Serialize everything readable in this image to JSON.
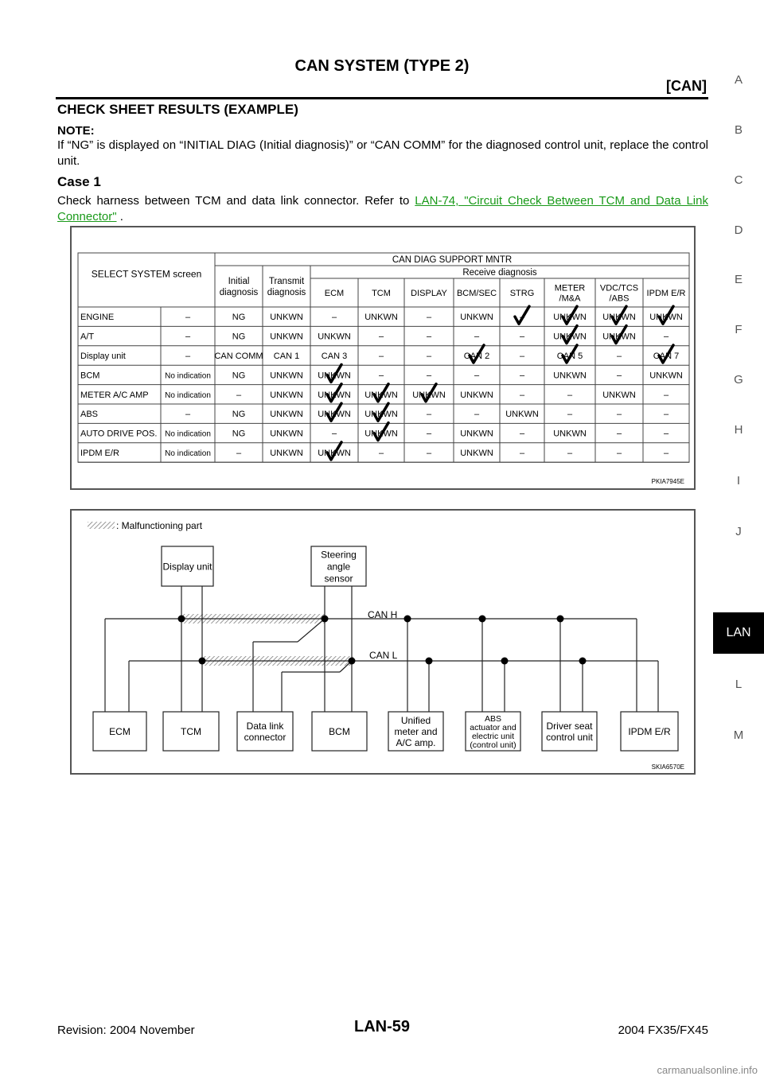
{
  "header": {
    "title": "CAN SYSTEM (TYPE 2)",
    "section": "[CAN]"
  },
  "heading": "CHECK SHEET RESULTS (EXAMPLE)",
  "note": {
    "label": "NOTE:",
    "text": "If “NG” is displayed on “INITIAL DIAG (Initial diagnosis)” or “CAN COMM” for the diagnosed control unit, replace the control unit."
  },
  "case": {
    "heading": "Case 1",
    "text": "Check harness between TCM and data link connector. Refer to ",
    "link": "LAN-74, \"Circuit Check Between TCM and Data Link Connector\"",
    "text_end": " ."
  },
  "table": {
    "select_label": "SELECT SYSTEM screen",
    "support_label": "CAN DIAG SUPPORT MNTR",
    "initial_label": [
      "Initial",
      "diagnosis"
    ],
    "transmit_label": [
      "Transmit",
      "diagnosis"
    ],
    "receive_label": "Receive diagnosis",
    "receive_columns": [
      [
        "ECM"
      ],
      [
        "TCM"
      ],
      [
        "DISPLAY"
      ],
      [
        "BCM/SEC"
      ],
      [
        "STRG"
      ],
      [
        "METER",
        "/M&A"
      ],
      [
        "VDC/TCS",
        "/ABS"
      ],
      [
        "IPDM E/R"
      ]
    ],
    "rows": [
      {
        "system": "ENGINE",
        "cols": [
          "–",
          "NG",
          "UNKWN",
          "–",
          "UNKWN",
          "–",
          "UNKWN",
          "–",
          "UNKWN",
          "UNKWN",
          "UNKWN"
        ],
        "checks": [
          7,
          8,
          9,
          10
        ]
      },
      {
        "system": "A/T",
        "cols": [
          "–",
          "NG",
          "UNKWN",
          "UNKWN",
          "–",
          "–",
          "–",
          "–",
          "UNKWN",
          "UNKWN",
          "–"
        ],
        "checks": [
          8,
          9
        ]
      },
      {
        "system": "Display unit",
        "cols": [
          "–",
          "CAN COMM",
          "CAN 1",
          "CAN 3",
          "–",
          "–",
          "CAN 2",
          "–",
          "CAN 5",
          "–",
          "CAN 7"
        ],
        "checks": [
          6,
          8,
          10
        ]
      },
      {
        "system": "BCM",
        "cols": [
          "No indication",
          "NG",
          "UNKWN",
          "UNKWN",
          "–",
          "–",
          "–",
          "–",
          "UNKWN",
          "–",
          "UNKWN"
        ],
        "checks": [
          3
        ]
      },
      {
        "system": "METER A/C AMP",
        "cols": [
          "No indication",
          "–",
          "UNKWN",
          "UNKWN",
          "UNKWN",
          "UNKWN",
          "UNKWN",
          "–",
          "–",
          "UNKWN",
          "–"
        ],
        "checks": [
          3,
          4,
          5
        ]
      },
      {
        "system": "ABS",
        "cols": [
          "–",
          "NG",
          "UNKWN",
          "UNKWN",
          "UNKWN",
          "–",
          "–",
          "UNKWN",
          "–",
          "–",
          "–"
        ],
        "checks": [
          3,
          4
        ]
      },
      {
        "system": "AUTO DRIVE POS.",
        "cols": [
          "No indication",
          "NG",
          "UNKWN",
          "–",
          "UNKWN",
          "–",
          "UNKWN",
          "–",
          "UNKWN",
          "–",
          "–"
        ],
        "checks": [
          4
        ]
      },
      {
        "system": "IPDM E/R",
        "cols": [
          "No indication",
          "–",
          "UNKWN",
          "UNKWN",
          "–",
          "–",
          "UNKWN",
          "–",
          "–",
          "–",
          "–"
        ],
        "checks": [
          3
        ]
      }
    ],
    "figure_id": "PKIA7945E"
  },
  "diagram": {
    "legend": ": Malfunctioning part",
    "can_h": "CAN H",
    "can_l": "CAN L",
    "top_units": [
      [
        "Display unit"
      ],
      [
        "Steering",
        "angle",
        "sensor"
      ]
    ],
    "bottom_units": [
      [
        "ECM"
      ],
      [
        "TCM"
      ],
      [
        "Data link",
        "connector"
      ],
      [
        "BCM"
      ],
      [
        "Unified",
        "meter and",
        "A/C amp."
      ],
      [
        "ABS",
        "actuator and",
        "electric unit",
        "(control unit)"
      ],
      [
        "Driver seat",
        "control unit"
      ],
      [
        "IPDM E/R"
      ]
    ],
    "figure_id": "SKIA6570E"
  },
  "side_index": [
    "A",
    "B",
    "C",
    "D",
    "E",
    "F",
    "G",
    "H",
    "I",
    "J",
    "LAN",
    "L",
    "M"
  ],
  "footer": {
    "revision": "Revision: 2004 November",
    "page": "LAN-59",
    "model": "2004 FX35/FX45"
  },
  "watermark": "carmanualsonline.info"
}
